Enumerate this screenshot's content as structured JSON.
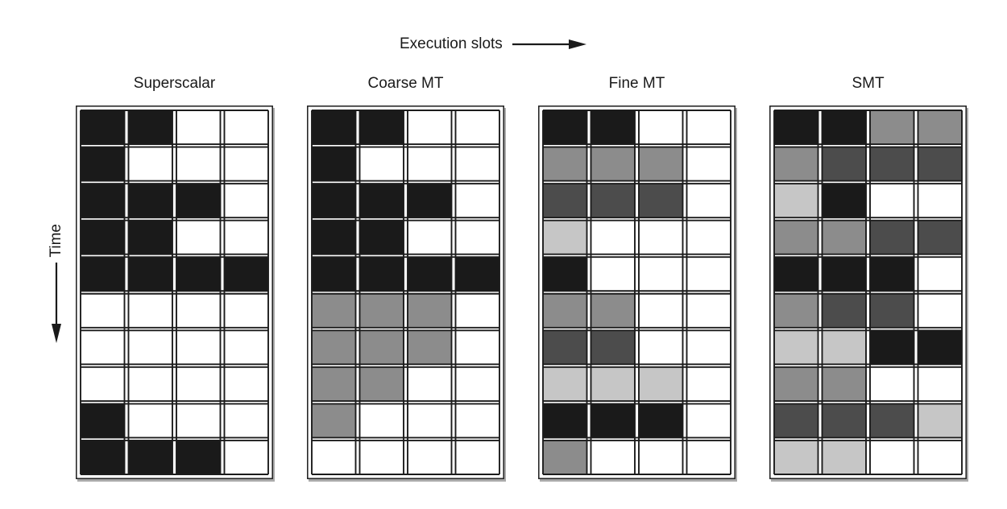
{
  "header": {
    "label": "Execution slots"
  },
  "time_axis": {
    "label": "Time"
  },
  "palette": {
    "black": "#1a1a1a",
    "dark": "#4c4c4c",
    "mid": "#8c8c8c",
    "light": "#c6c6c6",
    "white": "#ffffff"
  },
  "grid": {
    "columns": 4,
    "rows": 10
  },
  "panels": [
    {
      "title": "Superscalar",
      "rows": [
        [
          "black",
          "black",
          "white",
          "white"
        ],
        [
          "black",
          "white",
          "white",
          "white"
        ],
        [
          "black",
          "black",
          "black",
          "white"
        ],
        [
          "black",
          "black",
          "white",
          "white"
        ],
        [
          "black",
          "black",
          "black",
          "black"
        ],
        [
          "white",
          "white",
          "white",
          "white"
        ],
        [
          "white",
          "white",
          "white",
          "white"
        ],
        [
          "white",
          "white",
          "white",
          "white"
        ],
        [
          "black",
          "white",
          "white",
          "white"
        ],
        [
          "black",
          "black",
          "black",
          "white"
        ]
      ]
    },
    {
      "title": "Coarse MT",
      "rows": [
        [
          "black",
          "black",
          "white",
          "white"
        ],
        [
          "black",
          "white",
          "white",
          "white"
        ],
        [
          "black",
          "black",
          "black",
          "white"
        ],
        [
          "black",
          "black",
          "white",
          "white"
        ],
        [
          "black",
          "black",
          "black",
          "black"
        ],
        [
          "mid",
          "mid",
          "mid",
          "white"
        ],
        [
          "mid",
          "mid",
          "mid",
          "white"
        ],
        [
          "mid",
          "mid",
          "white",
          "white"
        ],
        [
          "mid",
          "white",
          "white",
          "white"
        ],
        [
          "white",
          "white",
          "white",
          "white"
        ]
      ]
    },
    {
      "title": "Fine MT",
      "rows": [
        [
          "black",
          "black",
          "white",
          "white"
        ],
        [
          "mid",
          "mid",
          "mid",
          "white"
        ],
        [
          "dark",
          "dark",
          "dark",
          "white"
        ],
        [
          "light",
          "white",
          "white",
          "white"
        ],
        [
          "black",
          "white",
          "white",
          "white"
        ],
        [
          "mid",
          "mid",
          "white",
          "white"
        ],
        [
          "dark",
          "dark",
          "white",
          "white"
        ],
        [
          "light",
          "light",
          "light",
          "white"
        ],
        [
          "black",
          "black",
          "black",
          "white"
        ],
        [
          "mid",
          "white",
          "white",
          "white"
        ]
      ]
    },
    {
      "title": "SMT",
      "rows": [
        [
          "black",
          "black",
          "mid",
          "mid"
        ],
        [
          "mid",
          "dark",
          "dark",
          "dark"
        ],
        [
          "light",
          "black",
          "white",
          "white"
        ],
        [
          "mid",
          "mid",
          "dark",
          "dark"
        ],
        [
          "black",
          "black",
          "black",
          "white"
        ],
        [
          "mid",
          "dark",
          "dark",
          "white"
        ],
        [
          "light",
          "light",
          "black",
          "black"
        ],
        [
          "mid",
          "mid",
          "white",
          "white"
        ],
        [
          "dark",
          "dark",
          "dark",
          "light"
        ],
        [
          "light",
          "light",
          "white",
          "white"
        ]
      ]
    }
  ]
}
